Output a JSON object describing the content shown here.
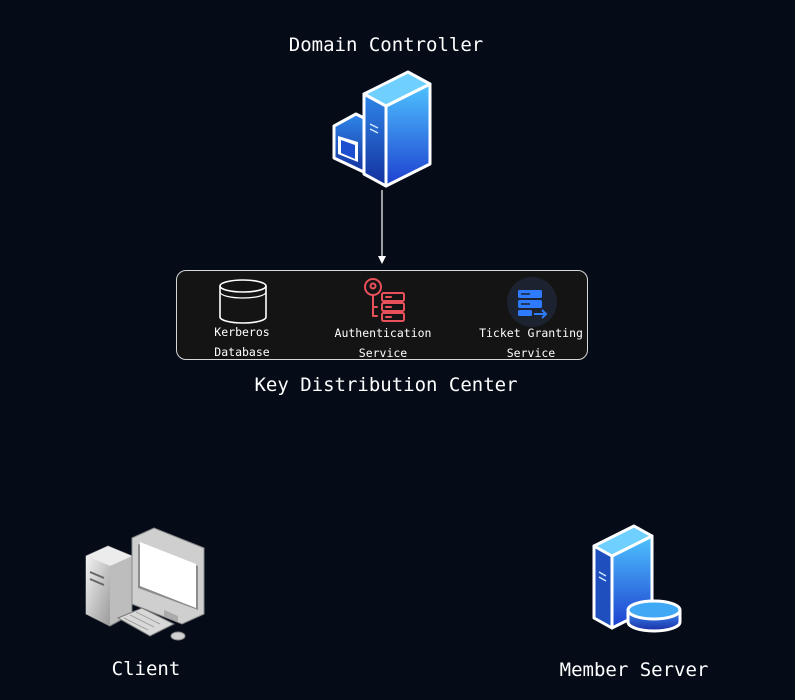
{
  "domain_controller": {
    "label": "Domain Controller",
    "icon": "server-tower-icon"
  },
  "kdc": {
    "label": "Key Distribution Center",
    "services": [
      {
        "line1": "Kerberos",
        "line2": "Database",
        "icon": "database-icon"
      },
      {
        "line1": "Authentication",
        "line2": "Service",
        "icon": "key-server-icon"
      },
      {
        "line1": "Ticket Granting",
        "line2": "Service",
        "icon": "ticket-icon"
      }
    ]
  },
  "client": {
    "label": "Client",
    "icon": "desktop-computer-icon"
  },
  "member_server": {
    "label": "Member Server",
    "icon": "server-database-icon"
  },
  "colors": {
    "background": "#050c18",
    "blue_light": "#3fa9f5",
    "blue_dark": "#1f4fd1",
    "auth_red": "#e8505b"
  }
}
